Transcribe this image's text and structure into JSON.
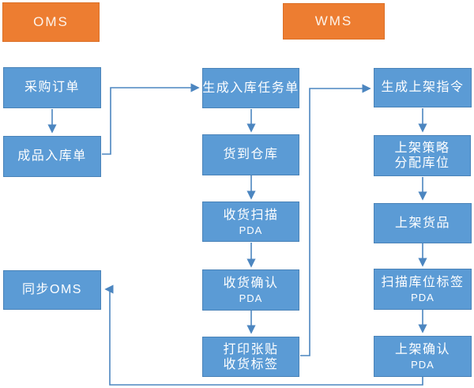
{
  "diagram": {
    "headers": {
      "oms": {
        "label": "OMS"
      },
      "wms": {
        "label": "WMS"
      }
    },
    "nodes": {
      "purchase_order": {
        "label": "采购订单"
      },
      "finished_inbound_order": {
        "label": "成品入库单"
      },
      "sync_oms": {
        "label": "同步OMS"
      },
      "generate_inbound_task": {
        "label": "生成入库任务单"
      },
      "goods_arrive_warehouse": {
        "label": "货到仓库"
      },
      "receiving_scan": {
        "label": "收货扫描",
        "device": "PDA"
      },
      "receiving_confirm": {
        "label": "收货确认",
        "device": "PDA"
      },
      "print_receiving_label": {
        "line1": "打印张贴",
        "line2": "收货标签"
      },
      "generate_putaway_instruction": {
        "label": "生成上架指令"
      },
      "putaway_strategy": {
        "line1": "上架策略",
        "line2": "分配库位"
      },
      "putaway_goods": {
        "label": "上架货品"
      },
      "scan_location_label": {
        "label": "扫描库位标签",
        "device": "PDA"
      },
      "putaway_confirm": {
        "label": "上架确认",
        "device": "PDA"
      }
    },
    "colors": {
      "header_fill": "#ed7d31",
      "node_fill": "#5b9bd5",
      "connector": "#4c86c0",
      "text": "#ffffff",
      "background": "#ffffff"
    }
  }
}
